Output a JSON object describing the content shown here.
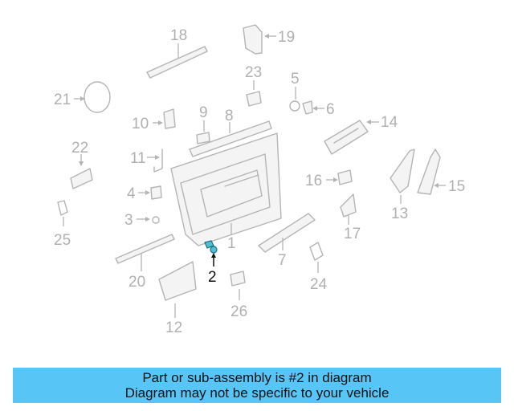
{
  "callouts": {
    "c1": "1",
    "c2": "2",
    "c3": "3",
    "c4": "4",
    "c5": "5",
    "c6": "6",
    "c7": "7",
    "c8": "8",
    "c9": "9",
    "c10": "10",
    "c11": "11",
    "c12": "12",
    "c13": "13",
    "c14": "14",
    "c15": "15",
    "c16": "16",
    "c17": "17",
    "c18": "18",
    "c19": "19",
    "c20": "20",
    "c21": "21",
    "c22": "22",
    "c23": "23",
    "c24": "24",
    "c25": "25",
    "c26": "26"
  },
  "highlight": {
    "part_number": "2",
    "color": "#4fc0d8"
  },
  "banner": {
    "line1": "Part or sub-assembly is #2 in diagram",
    "line2": "Diagram may not be specific to your vehicle",
    "background": "#57c5f5"
  }
}
